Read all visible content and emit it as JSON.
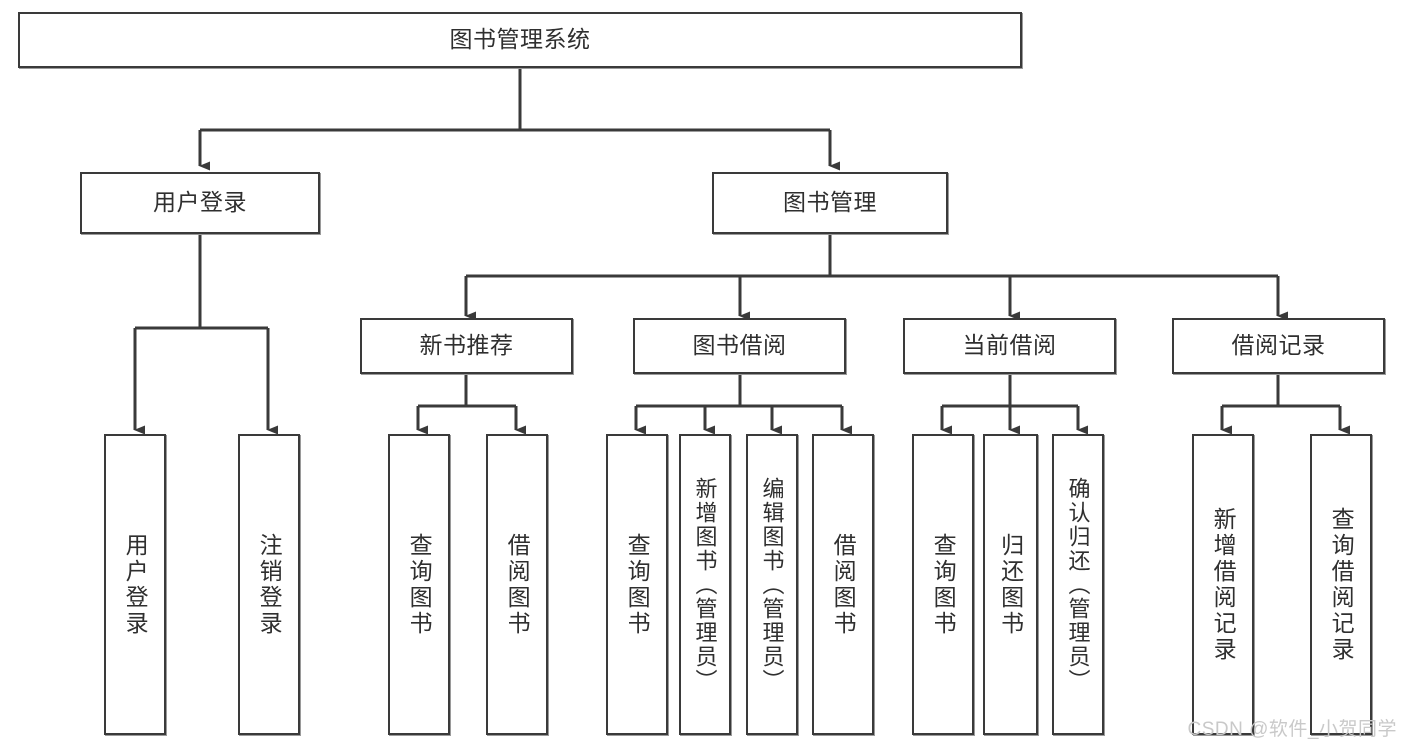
{
  "diagram": {
    "title": "图书管理系统",
    "watermark": "CSDN @软件_小贺同学",
    "colors": {
      "background": "#ffffff",
      "stroke": "#3a3a3a",
      "text": "#2f2f2f",
      "shadow": "#9a9a9a",
      "watermark": "#c9c9c9"
    },
    "nodes": {
      "root": {
        "label": "图书管理系统"
      },
      "level2": [
        {
          "label": "用户登录"
        },
        {
          "label": "图书管理"
        }
      ],
      "level3": [
        {
          "label": "新书推荐"
        },
        {
          "label": "图书借阅"
        },
        {
          "label": "当前借阅"
        },
        {
          "label": "借阅记录"
        }
      ],
      "leaves": {
        "user_login": [
          {
            "label": "用户登录"
          },
          {
            "label": "注销登录"
          }
        ],
        "new_book_recommend": [
          {
            "label": "查询图书"
          },
          {
            "label": "借阅图书"
          }
        ],
        "book_borrow": [
          {
            "label": "查询图书"
          },
          {
            "label": "新增图书（管理员）"
          },
          {
            "label": "编辑图书（管理员）"
          },
          {
            "label": "借阅图书"
          }
        ],
        "current_borrow": [
          {
            "label": "查询图书"
          },
          {
            "label": "归还图书"
          },
          {
            "label": "确认归还（管理员）"
          }
        ],
        "borrow_record": [
          {
            "label": "新增借阅记录"
          },
          {
            "label": "查询借阅记录"
          }
        ]
      }
    }
  }
}
